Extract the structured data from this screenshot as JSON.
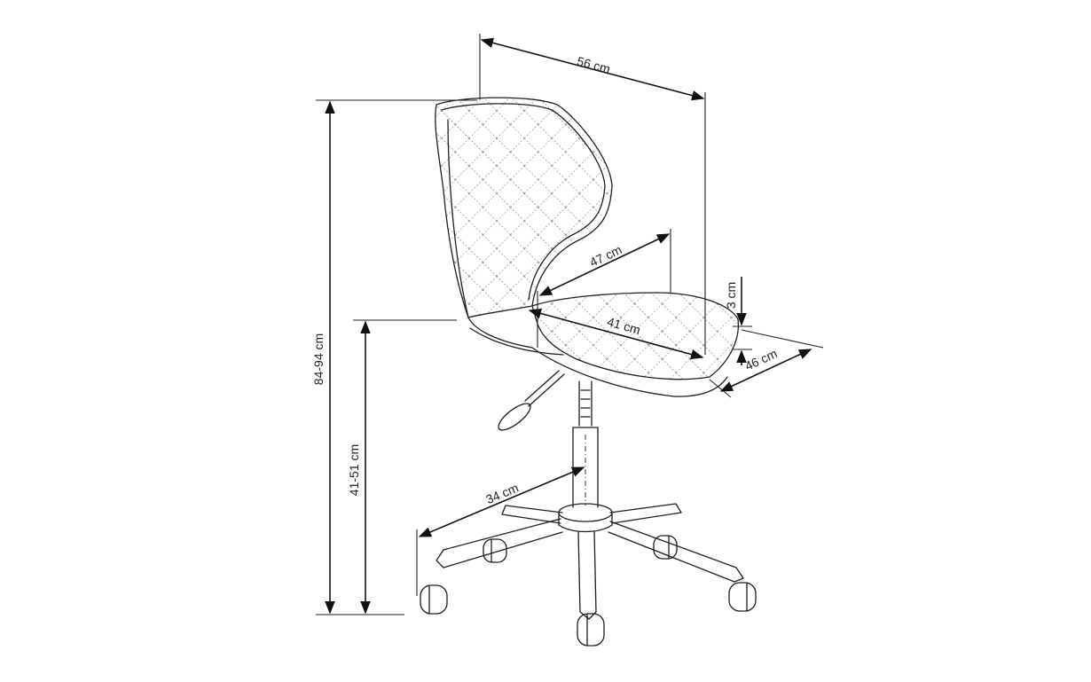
{
  "dimensions": {
    "width": "56 cm",
    "total_height": "84-94 cm",
    "seat_height": "41-51 cm",
    "backrest_width": "47 cm",
    "seat_depth": "41 cm",
    "seat_thickness": "3 cm",
    "seat_width": "46 cm",
    "base_radius": "34 cm"
  },
  "colors": {
    "line": "#1e1e1e",
    "background": "#ffffff"
  }
}
